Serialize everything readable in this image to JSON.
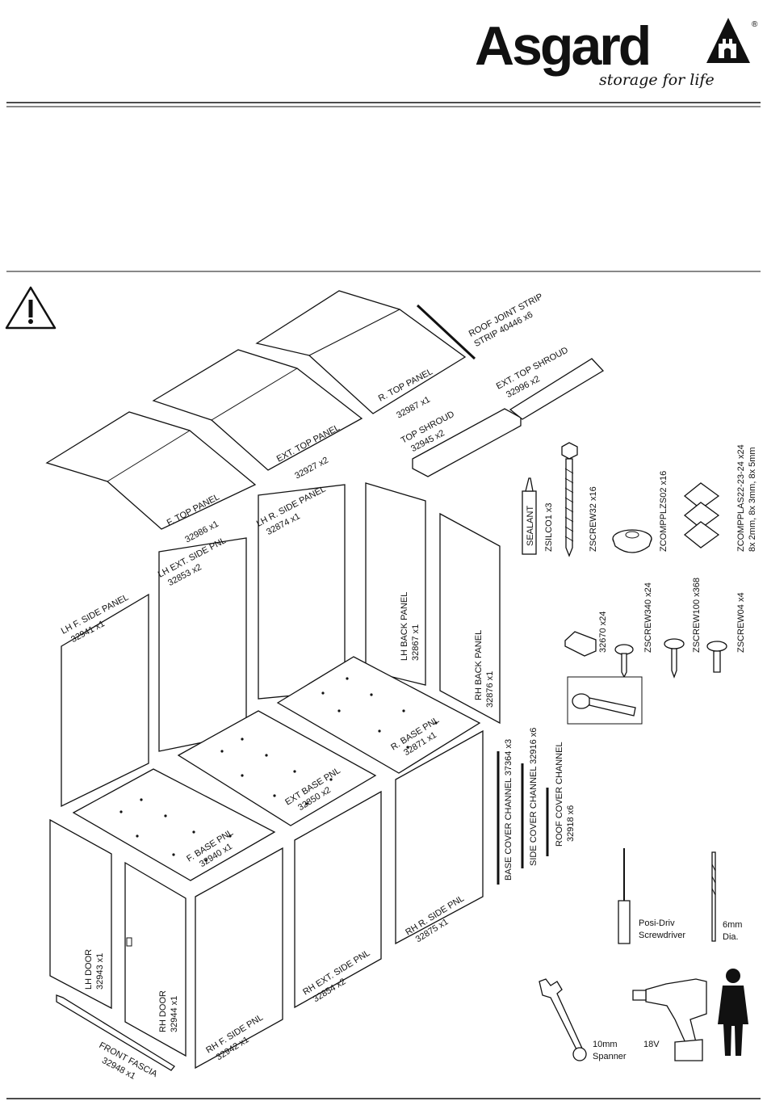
{
  "brand": {
    "name": "Asgard",
    "tagline": "storage for life",
    "registered": "®"
  },
  "parts": [
    {
      "name": "ROOF JOINT STRIP",
      "code": "40446",
      "qty": "x6"
    },
    {
      "name": "R. TOP PANEL",
      "code": "32987",
      "qty": "x1"
    },
    {
      "name": "EXT. TOP PANEL",
      "code": "32927",
      "qty": "x2"
    },
    {
      "name": "F. TOP PANEL",
      "code": "32986",
      "qty": "x1"
    },
    {
      "name": "EXT. TOP SHROUD",
      "code": "32996",
      "qty": "x2"
    },
    {
      "name": "TOP SHROUD",
      "code": "32945",
      "qty": "x2"
    },
    {
      "name": "LH R. SIDE PANEL",
      "code": "32874",
      "qty": "x1"
    },
    {
      "name": "LH EXT. SIDE PNL",
      "code": "32853",
      "qty": "x2"
    },
    {
      "name": "LH F. SIDE PANEL",
      "code": "32941",
      "qty": "x1"
    },
    {
      "name": "LH BACK PANEL",
      "code": "32867",
      "qty": "x1"
    },
    {
      "name": "RH BACK PANEL",
      "code": "32876",
      "qty": "x1"
    },
    {
      "name": "R. BASE PNL",
      "code": "32871",
      "qty": "x1"
    },
    {
      "name": "EXT BASE PNL",
      "code": "32850",
      "qty": "x2"
    },
    {
      "name": "F. BASE PNL",
      "code": "32940",
      "qty": "x1"
    },
    {
      "name": "BASE COVER CHANNEL",
      "code": "37364",
      "qty": "x3"
    },
    {
      "name": "SIDE COVER CHANNEL",
      "code": "32916",
      "qty": "x6"
    },
    {
      "name": "ROOF COVER CHANNEL",
      "code": "32918",
      "qty": "x6"
    },
    {
      "name": "RH R. SIDE PNL",
      "code": "32875",
      "qty": "x1"
    },
    {
      "name": "RH EXT. SIDE PNL",
      "code": "32854",
      "qty": "x2"
    },
    {
      "name": "RH F. SIDE PNL",
      "code": "32942",
      "qty": "x1"
    },
    {
      "name": "LH DOOR",
      "code": "32943",
      "qty": "x1"
    },
    {
      "name": "RH DOOR",
      "code": "32944",
      "qty": "x1"
    },
    {
      "name": "FRONT FASCIA",
      "code": "32948",
      "qty": "x1"
    }
  ],
  "hardware": [
    {
      "code": "SEALANT",
      "qty": ""
    },
    {
      "code": "ZSILCO1",
      "qty": "x3"
    },
    {
      "code": "ZSCREW32",
      "qty": "x16"
    },
    {
      "code": "ZCOMPPLZS02",
      "qty": "x16"
    },
    {
      "code": "ZCOMPPLAS22-23-24",
      "qty": "x24"
    },
    {
      "code": "8x 2mm, 8x 3mm, 8x 5mm",
      "qty": ""
    },
    {
      "code": "32670",
      "qty": "x24"
    },
    {
      "code": "ZSCREW340",
      "qty": "x24"
    },
    {
      "code": "ZSCREW100",
      "qty": "x368"
    },
    {
      "code": "ZSCREW04",
      "qty": "x4"
    }
  ],
  "tools": [
    {
      "line1": "Posi-Driv",
      "line2": "Screwdriver"
    },
    {
      "line1": "6mm",
      "line2": "Dia."
    },
    {
      "line1": "10mm",
      "line2": "Spanner"
    },
    {
      "line1": "18V",
      "line2": ""
    }
  ]
}
